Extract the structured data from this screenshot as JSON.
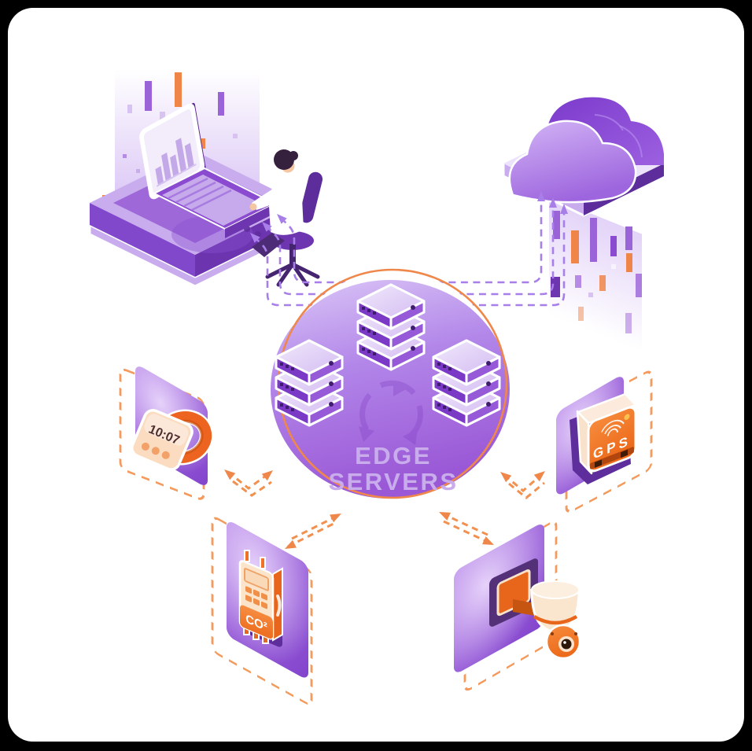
{
  "page": {
    "background": "#000000",
    "card_background": "#FFFFFF"
  },
  "diagram": {
    "title": "Edge computing network illustration",
    "center": {
      "label_line1": "EDGE",
      "label_line2": "SERVERS",
      "server_stacks": 3,
      "icon": "server-stack-icon"
    },
    "devices": {
      "smartwatch": {
        "time": "10:07",
        "icon": "smartwatch-icon",
        "position": "mid-left"
      },
      "gps": {
        "label": "GPS",
        "icon": "gps-module-icon",
        "position": "mid-right"
      },
      "co2": {
        "label": "CO²",
        "icon": "co2-sensor-icon",
        "position": "bottom-left"
      },
      "camera": {
        "icon": "ptz-camera-icon",
        "position": "bottom-right"
      }
    },
    "peripherals": {
      "workstation": {
        "icon": "analyst-laptop-icon",
        "position": "top-left"
      },
      "cloud": {
        "icon": "cloud-icon",
        "position": "top-right"
      }
    },
    "connections": [
      {
        "from": "edge-servers",
        "to": "workstation",
        "style": "purple-dashed",
        "lines": 3
      },
      {
        "from": "edge-servers",
        "to": "cloud",
        "style": "purple-dashed",
        "lines": 3
      },
      {
        "from": "edge-servers",
        "to": "smartwatch",
        "style": "orange-dashed",
        "bidirectional": true
      },
      {
        "from": "edge-servers",
        "to": "gps",
        "style": "orange-dashed",
        "bidirectional": true
      },
      {
        "from": "edge-servers",
        "to": "co2",
        "style": "orange-dashed",
        "bidirectional": true
      },
      {
        "from": "edge-servers",
        "to": "camera",
        "style": "orange-dashed",
        "bidirectional": true
      }
    ],
    "colors": {
      "accent_orange": "#F0874A",
      "orange_deep": "#E8651C",
      "cream": "#FBE4C9",
      "purple_primary": "#8B4FD2",
      "purple_dark": "#5E2D9C",
      "purple_dash": "#A87FE8",
      "blob_light": "#D9C4F6",
      "blob_dark": "#9A58D6",
      "label_text": "#C9ACEC"
    }
  }
}
